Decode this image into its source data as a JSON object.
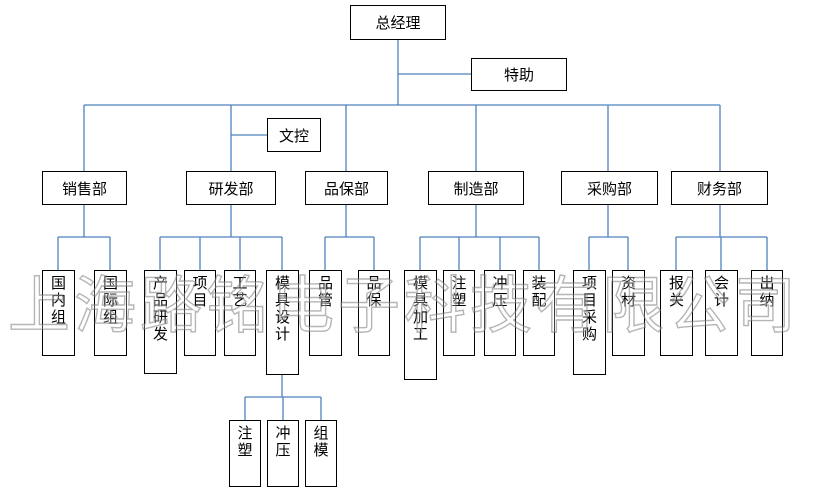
{
  "org": {
    "ceo": "总经理",
    "assistant": "特助",
    "doc_control": "文控",
    "departments": [
      {
        "name": "销售部",
        "units": [
          "国内组",
          "国际组"
        ]
      },
      {
        "name": "研发部",
        "units": [
          "产品研发",
          "项目",
          "工艺",
          "模具设计"
        ]
      },
      {
        "name": "品保部",
        "units": [
          "品管",
          "品保"
        ]
      },
      {
        "name": "制造部",
        "units": [
          "模具加工",
          "注塑",
          "冲压",
          "装配"
        ]
      },
      {
        "name": "采购部",
        "units": [
          "项目采购",
          "资材"
        ]
      },
      {
        "name": "财务部",
        "units": [
          "报关",
          "会计",
          "出纳"
        ]
      }
    ],
    "mold_design_subunits": [
      "注塑",
      "冲压",
      "组模"
    ]
  },
  "watermark": "上海路铭电子科技有限公司",
  "colors": {
    "connector": "#4f81bd",
    "border": "#000000",
    "watermark_outline": "#787878"
  }
}
